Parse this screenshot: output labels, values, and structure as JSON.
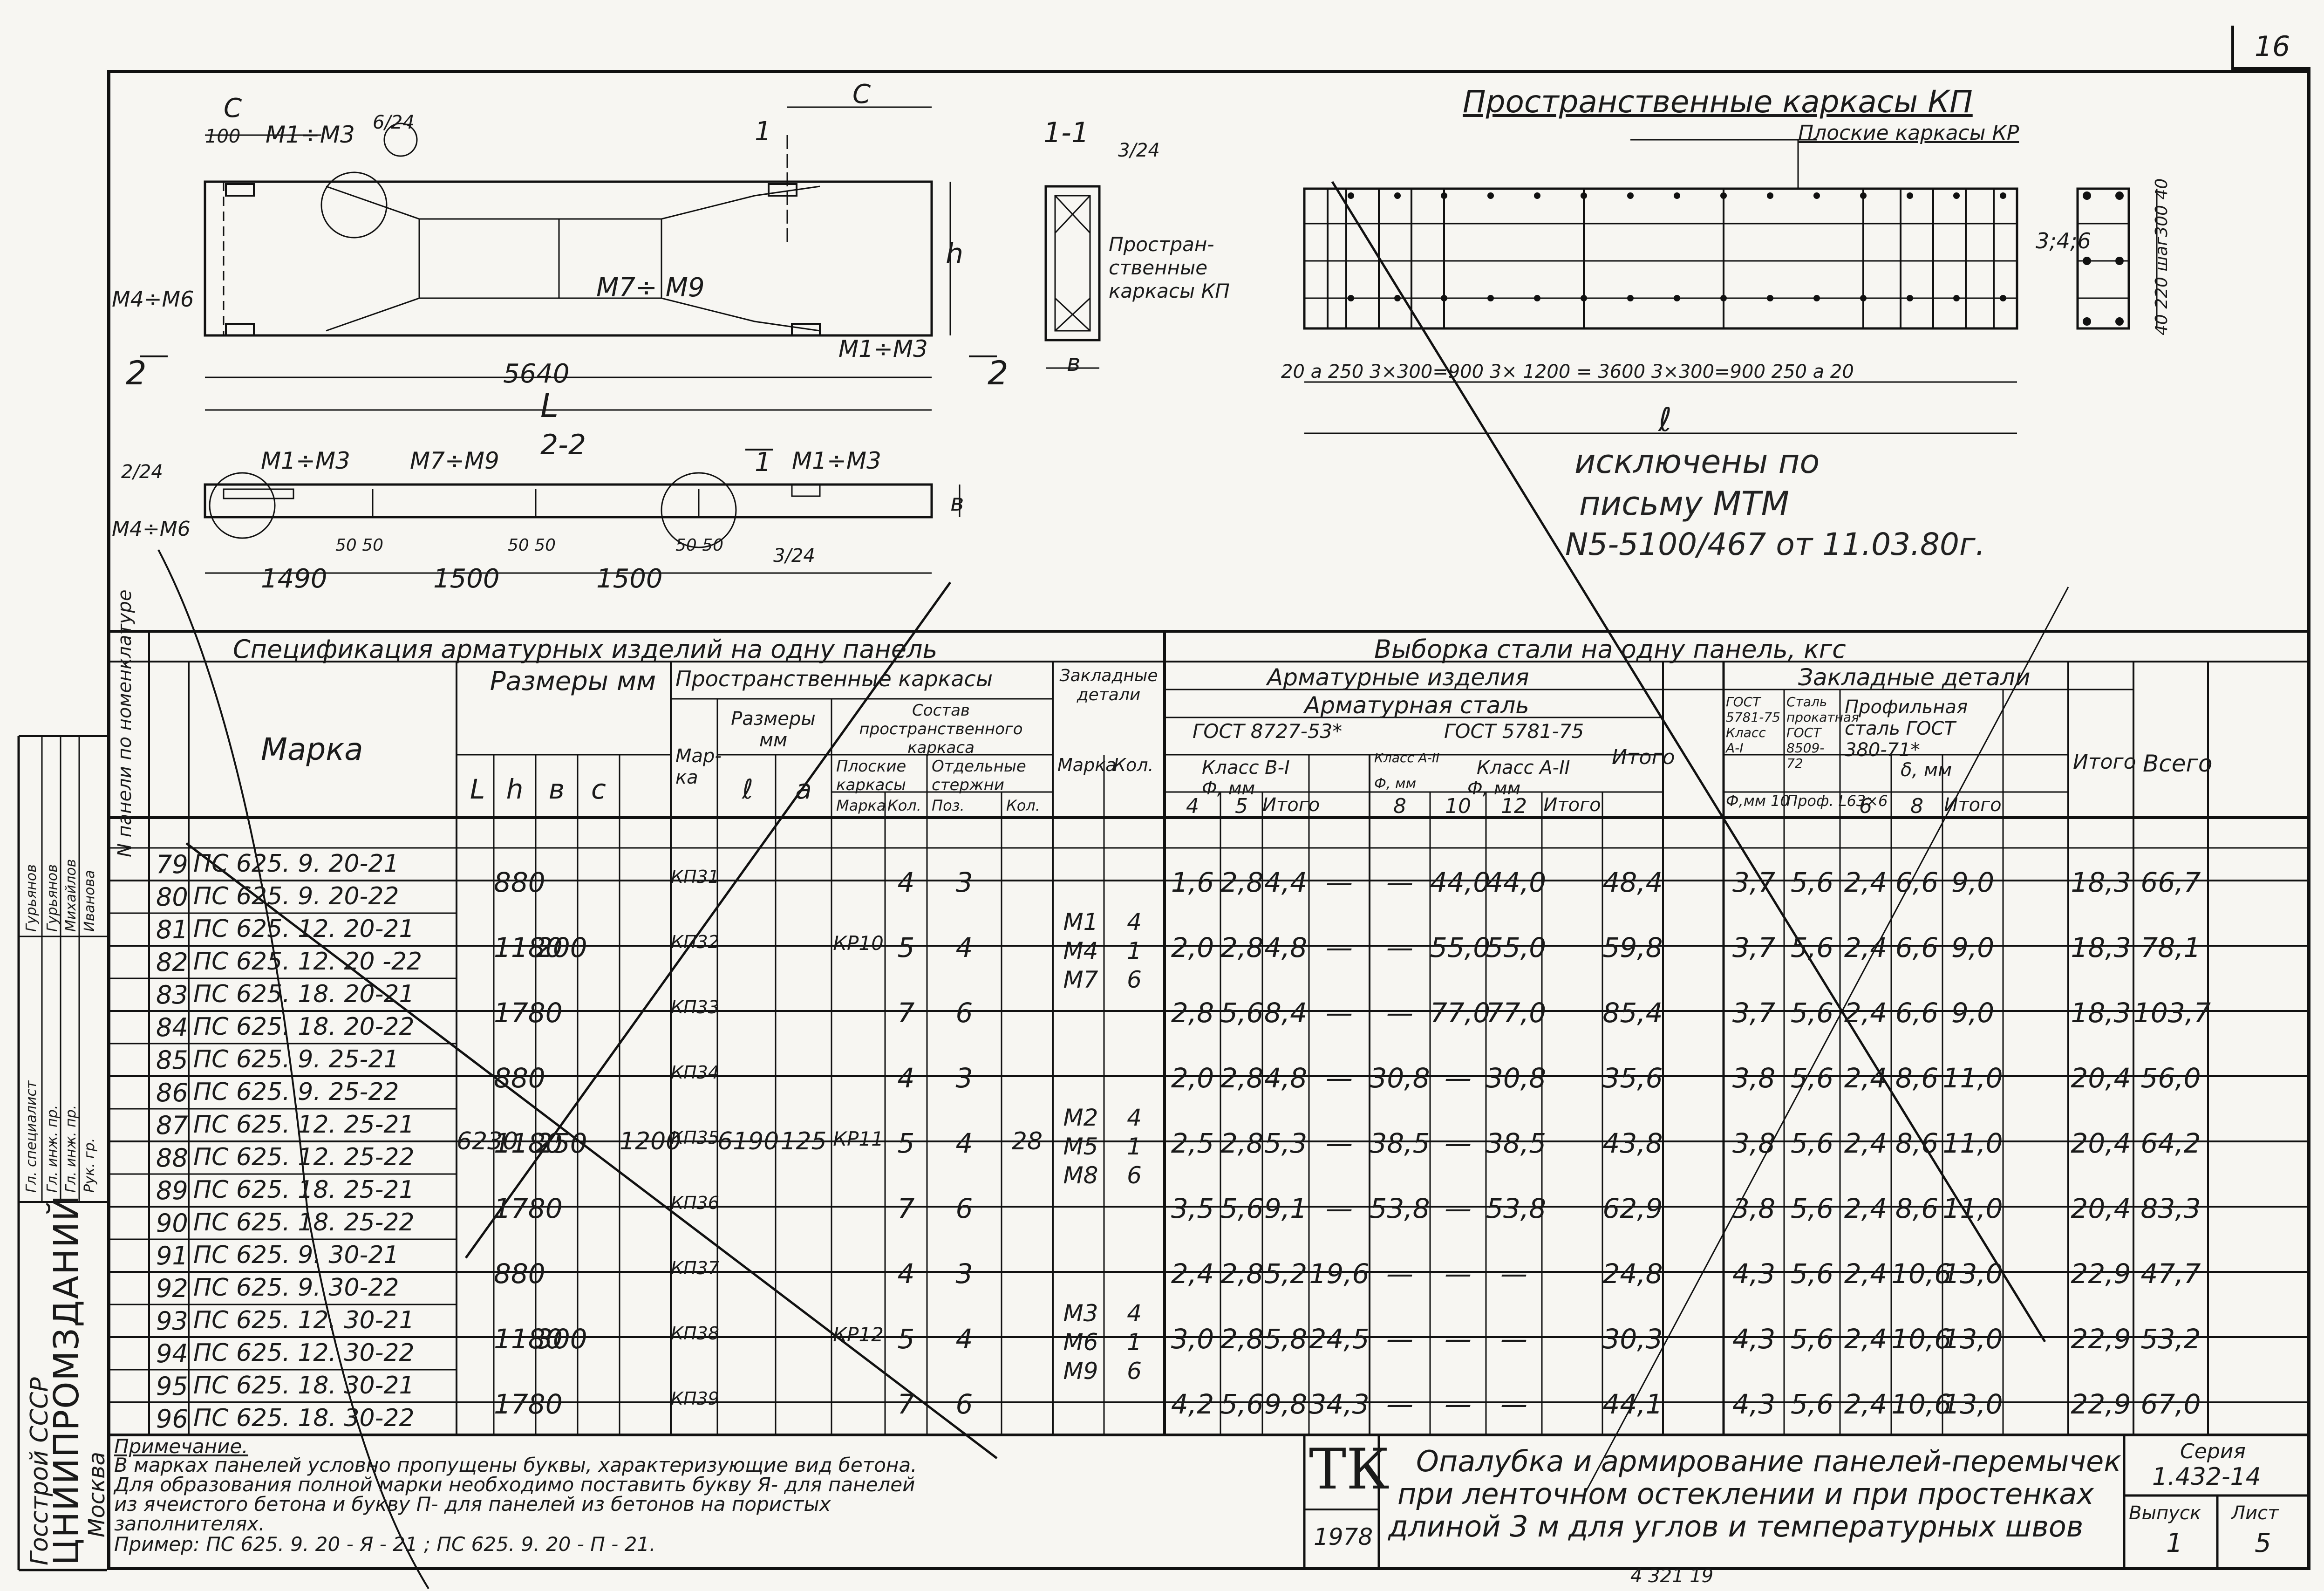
{
  "sheet_corner": "16",
  "drawing_labels": {
    "c1": "C",
    "c2": "C",
    "dim_100": "100",
    "m1m3_a": "M1÷M3",
    "m1m3_b": "M1÷M3",
    "m1m3_c": "M1÷M3",
    "m1m3_d": "M1÷M3",
    "m4m6_a": "M4÷M6",
    "m4m6_b": "M4÷M6",
    "m7m9_a": "M7÷ M9",
    "m7m9_b": "M7÷M9",
    "ref_6_24": "6/24",
    "ref_2_24": "2/24",
    "ref_3_24_a": "3/24",
    "ref_3_24_b": "3/24",
    "h": "h",
    "dim_5640": "5640",
    "L": "L",
    "sec2": "2",
    "sec2b": "2",
    "sec1": "1",
    "sec1b": "1",
    "section_2_2": "2-2",
    "section_1_1": "1-1",
    "b": "в",
    "b2": "в",
    "dim_1490": "1490",
    "dim_1500a": "1500",
    "dim_1500b": "1500",
    "dim_50_50a": "50 50",
    "dim_50_50b": "50 50",
    "dim_50_50c": "50 50",
    "kp_note": "Простран-ственные каркасы КП",
    "kp_title": "Пространственные каркасы КП",
    "kr_note": "Плоские каркасы КР",
    "dims_ruler": "20  a  250  3×300=900        3× 1200 = 3600              3×300=900 250 a 20",
    "dim_346": "3;4;6",
    "dim_right": "40 220  шаг300 40",
    "l_label": "ℓ",
    "handnote1": "исключены по",
    "handnote2": "письму МТМ",
    "handnote3": "N5-5100/467 от 11.03.80г."
  },
  "table": {
    "left_title": "Спецификация арматурных изделий на одну панель",
    "right_title": "Выборка стали на одну панель, кгс",
    "col_num": "N панели по номенклатуре",
    "col_mark": "Марка",
    "col_sizes": "Размеры мм",
    "col_L": "L",
    "col_h": "h",
    "col_b": "в",
    "col_c": "c",
    "col_spatial": "Пространственные каркасы",
    "col_mark_kp": "Мар-ка",
    "col_sizes2": "Размеры мм",
    "col_l": "ℓ",
    "col_a": "a",
    "col_compose": "Состав пространственного каркаса",
    "col_flat": "Плоские каркасы",
    "col_rods": "Отдельные стержни",
    "col_marka_sm": "Марка",
    "col_kol_sm": "Кол.",
    "col_poz": "Поз.",
    "col_kol2": "Кол.",
    "col_embed": "Закладные детали",
    "col_emb_mark": "Марка",
    "col_emb_kol": "Кол.",
    "col_arm_items": "Арматурные изделия",
    "col_arm_steel": "Арматурная сталь",
    "col_gost8727": "ГОСТ 8727-53*",
    "col_gost5781": "ГОСТ 5781-75",
    "col_classB1": "Класс В-I",
    "col_classA2": "Класс А-II",
    "col_classA1": "Класс А-I",
    "col_classA2b": "Класс А-II",
    "col_phi": "Ф, мм",
    "col_phi8": "Ф, мм",
    "col_phi2": "Ф, мм",
    "col_4": "4",
    "col_5": "5",
    "col_itogo": "Итого",
    "col_8": "8",
    "col_10": "10",
    "col_12": "12",
    "col_itogo2": "Итого",
    "col_itogo3": "Итого",
    "col_embedded_parts": "Закладные детали",
    "col_gost5781b": "ГОСТ 5781-75 Класс А-I",
    "col_phi10": "Ф,мм 10",
    "col_steel_sheet": "Сталь прокатная ГОСТ 8509-72",
    "col_prof": "Проф. L63×6",
    "col_profsteel": "Профильная сталь ГОСТ 380-71*",
    "col_d": "δ, мм",
    "col_6": "6",
    "col_8b": "8",
    "col_itogo4": "Итого",
    "col_itogo5": "Итого",
    "col_total": "Всего",
    "shared_L": "6230",
    "shared_c": "1200",
    "shared_l": "6190",
    "shared_a": "125",
    "shared_rods": "28",
    "rows": [
      {
        "n": "79",
        "mark": "ПС 625. 9. 20-21"
      },
      {
        "n": "80",
        "mark": "ПС 625. 9. 20-22"
      },
      {
        "n": "81",
        "mark": "ПС 625. 12. 20-21"
      },
      {
        "n": "82",
        "mark": "ПС 625. 12. 20 -22"
      },
      {
        "n": "83",
        "mark": "ПС 625. 18. 20-21"
      },
      {
        "n": "84",
        "mark": "ПС 625. 18. 20-22"
      },
      {
        "n": "85",
        "mark": "ПС 625. 9. 25-21"
      },
      {
        "n": "86",
        "mark": "ПС 625. 9. 25-22"
      },
      {
        "n": "87",
        "mark": "ПС 625. 12. 25-21"
      },
      {
        "n": "88",
        "mark": "ПС 625. 12. 25-22"
      },
      {
        "n": "89",
        "mark": "ПС 625. 18. 25-21"
      },
      {
        "n": "90",
        "mark": "ПС 625. 18. 25-22"
      },
      {
        "n": "91",
        "mark": "ПС 625. 9. 30-21"
      },
      {
        "n": "92",
        "mark": "ПС 625. 9. 30-22"
      },
      {
        "n": "93",
        "mark": "ПС 625. 12. 30-21"
      },
      {
        "n": "94",
        "mark": "ПС 625. 12. 30-22"
      },
      {
        "n": "95",
        "mark": "ПС 625. 18. 30-21"
      },
      {
        "n": "96",
        "mark": "ПС 625. 18. 30-22"
      }
    ],
    "groups": [
      {
        "h": "880",
        "b": "",
        "kp": "КП31",
        "flat": "",
        "fk": "4",
        "poz": "3",
        "emb": "",
        "ek": "",
        "v4": "1,6",
        "v5": "2,8",
        "vit": "4,4",
        "a8": "—",
        "a10": "—",
        "a12": "44,0",
        "ait": "44,0",
        "it": "48,4",
        "p10": "3,7",
        "l63": "5,6",
        "d6": "2,4",
        "d8": "6,6",
        "pit": "9,0",
        "it2": "18,3",
        "tot": "66,7"
      },
      {
        "h": "1180",
        "b": "200",
        "kp": "КП32",
        "flat": "КР10",
        "fk": "5",
        "poz": "4",
        "emb": "М1\nМ4\nМ7",
        "ek": "4\n1\n6",
        "v4": "2,0",
        "v5": "2,8",
        "vit": "4,8",
        "a8": "—",
        "a10": "—",
        "a12": "55,0",
        "ait": "55,0",
        "it": "59,8",
        "p10": "3,7",
        "l63": "5,6",
        "d6": "2,4",
        "d8": "6,6",
        "pit": "9,0",
        "it2": "18,3",
        "tot": "78,1"
      },
      {
        "h": "1780",
        "b": "",
        "kp": "КП33",
        "flat": "",
        "fk": "7",
        "poz": "6",
        "emb": "",
        "ek": "",
        "v4": "2,8",
        "v5": "5,6",
        "vit": "8,4",
        "a8": "—",
        "a10": "—",
        "a12": "77,0",
        "ait": "77,0",
        "it": "85,4",
        "p10": "3,7",
        "l63": "5,6",
        "d6": "2,4",
        "d8": "6,6",
        "pit": "9,0",
        "it2": "18,3",
        "tot": "103,7"
      },
      {
        "h": "880",
        "b": "",
        "kp": "КП34",
        "flat": "",
        "fk": "4",
        "poz": "3",
        "emb": "",
        "ek": "",
        "v4": "2,0",
        "v5": "2,8",
        "vit": "4,8",
        "a8": "—",
        "a10": "30,8",
        "a12": "—",
        "ait": "30,8",
        "it": "35,6",
        "p10": "3,8",
        "l63": "5,6",
        "d6": "2,4",
        "d8": "8,6",
        "pit": "11,0",
        "it2": "20,4",
        "tot": "56,0"
      },
      {
        "h": "1180",
        "b": "250",
        "kp": "КП35",
        "flat": "КР11",
        "fk": "5",
        "poz": "4",
        "emb": "М2\nМ5\nМ8",
        "ek": "4\n1\n6",
        "v4": "2,5",
        "v5": "2,8",
        "vit": "5,3",
        "a8": "—",
        "a10": "38,5",
        "a12": "—",
        "ait": "38,5",
        "it": "43,8",
        "p10": "3,8",
        "l63": "5,6",
        "d6": "2,4",
        "d8": "8,6",
        "pit": "11,0",
        "it2": "20,4",
        "tot": "64,2"
      },
      {
        "h": "1780",
        "b": "",
        "kp": "КП36",
        "flat": "",
        "fk": "7",
        "poz": "6",
        "emb": "",
        "ek": "",
        "v4": "3,5",
        "v5": "5,6",
        "vit": "9,1",
        "a8": "—",
        "a10": "53,8",
        "a12": "—",
        "ait": "53,8",
        "it": "62,9",
        "p10": "3,8",
        "l63": "5,6",
        "d6": "2,4",
        "d8": "8,6",
        "pit": "11,0",
        "it2": "20,4",
        "tot": "83,3"
      },
      {
        "h": "880",
        "b": "",
        "kp": "КП37",
        "flat": "",
        "fk": "4",
        "poz": "3",
        "emb": "",
        "ek": "",
        "v4": "2,4",
        "v5": "2,8",
        "vit": "5,2",
        "a8": "19,6",
        "a10": "—",
        "a12": "—",
        "ait": "—",
        "it": "24,8",
        "p10": "4,3",
        "l63": "5,6",
        "d6": "2,4",
        "d8": "10,6",
        "pit": "13,0",
        "it2": "22,9",
        "tot": "47,7"
      },
      {
        "h": "1180",
        "b": "300",
        "kp": "КП38",
        "flat": "КР12",
        "fk": "5",
        "poz": "4",
        "emb": "М3\nМ6\nМ9",
        "ek": "4\n1\n6",
        "v4": "3,0",
        "v5": "2,8",
        "vit": "5,8",
        "a8": "24,5",
        "a10": "—",
        "a12": "—",
        "ait": "—",
        "it": "30,3",
        "p10": "4,3",
        "l63": "5,6",
        "d6": "2,4",
        "d8": "10,6",
        "pit": "13,0",
        "it2": "22,9",
        "tot": "53,2"
      },
      {
        "h": "1780",
        "b": "",
        "kp": "КП39",
        "flat": "",
        "fk": "7",
        "poz": "6",
        "emb": "",
        "ek": "",
        "v4": "4,2",
        "v5": "5,6",
        "vit": "9,8",
        "a8": "34,3",
        "a10": "—",
        "a12": "—",
        "ait": "—",
        "it": "44,1",
        "p10": "4,3",
        "l63": "5,6",
        "d6": "2,4",
        "d8": "10,6",
        "pit": "13,0",
        "it2": "22,9",
        "tot": "67,0"
      }
    ]
  },
  "note": {
    "title": "Примечание.",
    "line1": "В марках панелей условно пропущены буквы, характеризующие вид бетона.",
    "line2": "Для образования полной марки необходимо поставить букву Я- для панелей",
    "line3": "из ячеистого бетона и букву П- для панелей из бетонов на пористых",
    "line4": "заполнителях.",
    "line5": "Пример: ПС 625. 9. 20 - Я - 21 ;  ПС 625. 9. 20 - П - 21."
  },
  "stamp": {
    "tk": "ТК",
    "year": "1978",
    "desc1": "Опалубка и армирование панелей-перемычек",
    "desc2": "при ленточном остеклении и при простенках",
    "desc3": "длиной 3 м для углов и температурных швов",
    "series_label": "Серия",
    "series": "1.432-14",
    "vypusk_label": "Выпуск",
    "vypusk": "1",
    "list_label": "Лист",
    "list": "5",
    "bottom_num": "4 321    19"
  },
  "org": {
    "gosstroy": "Госстрой СССР",
    "name": "ЦНИИПРОМЗДАНИЙ",
    "city": "Москва",
    "sig_rows": [
      {
        "role": "Гл. специалист",
        "name": "Гурьянов"
      },
      {
        "role": "Гл. инж. пр.",
        "name": "Гурьянов"
      },
      {
        "role": "Гл. инж. пр.",
        "name": "Михайлов"
      },
      {
        "role": "Рук. гр.",
        "name": "Иванова"
      }
    ]
  }
}
